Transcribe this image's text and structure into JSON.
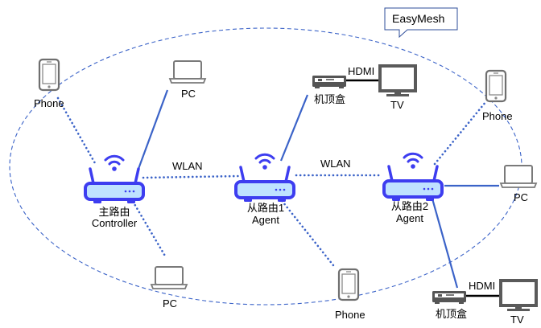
{
  "network_name": "EasyMesh",
  "colors": {
    "router": "#3d3df0",
    "router_led": "#bfe2ff",
    "wired_link": "#3b63c8",
    "wireless_link": "#3b63c8",
    "ellipse": "#3b63c8",
    "device_outline": "#7a7a7a",
    "callout_border": "#2e4d9a"
  },
  "nodes": {
    "main_router": {
      "line1": "主路由",
      "line2": "Controller",
      "icon": "wifi-router-icon"
    },
    "agent1": {
      "line1": "从路由1",
      "line2": "Agent",
      "icon": "wifi-router-icon"
    },
    "agent2": {
      "line1": "从路由2",
      "line2": "Agent",
      "icon": "wifi-router-icon"
    }
  },
  "links": {
    "wlan_left": "WLAN",
    "wlan_right": "WLAN"
  },
  "devices": {
    "phone_topleft": "Phone",
    "pc_top": "PC",
    "pc_bottom": "PC",
    "stb_top": "机顶盒",
    "tv_top": "TV",
    "hdmi_top": "HDMI",
    "phone_bottom_mid": "Phone",
    "phone_topright": "Phone",
    "pc_right": "PC",
    "stb_bottom": "机顶盒",
    "hdmi_bottom": "HDMI",
    "tv_bottom": "TV"
  }
}
